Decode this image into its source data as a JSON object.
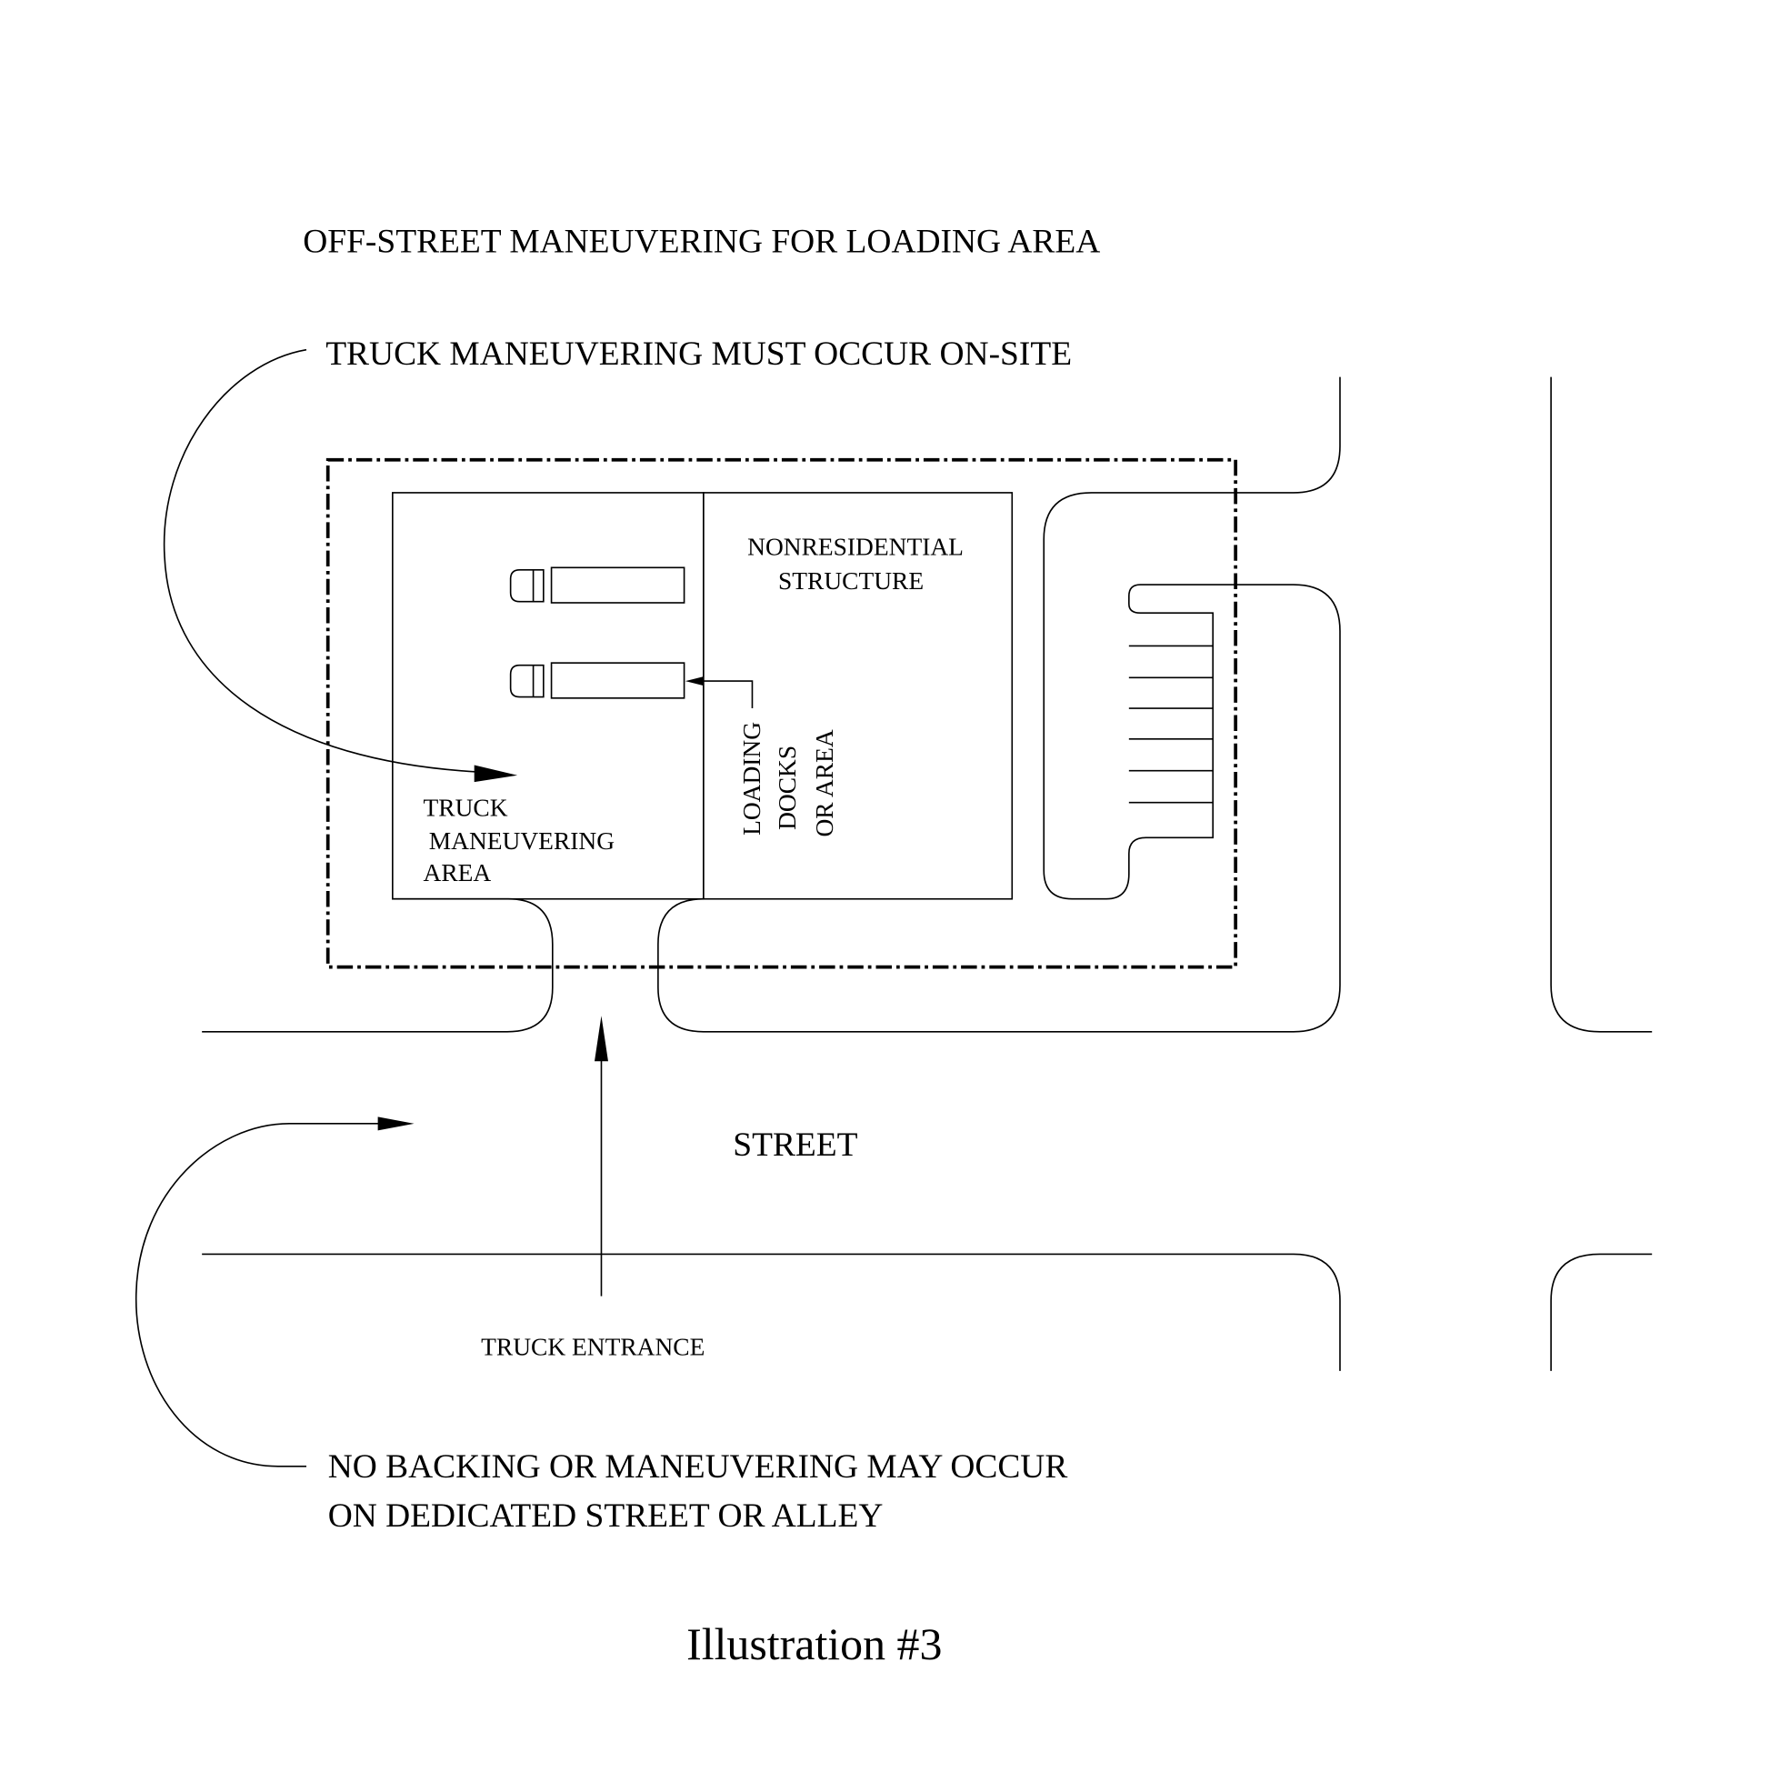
{
  "title": "OFF-STREET MANEUVERING FOR LOADING AREA",
  "callout_top": "TRUCK MANEUVERING MUST OCCUR ON-SITE",
  "callout_bottom": [
    "NO BACKING OR MANEUVERING MAY OCCUR",
    "ON DEDICATED STREET OR ALLEY"
  ],
  "labels": {
    "structure": [
      "NONRESIDENTIAL",
      "STRUCTURE"
    ],
    "maneuvering_area": [
      "TRUCK",
      "MANEUVERING",
      "AREA"
    ],
    "loading_docks": [
      "LOADING",
      "DOCKS",
      "OR AREA"
    ],
    "street": "STREET",
    "truck_entrance": "TRUCK ENTRANCE"
  },
  "caption": "Illustration #3"
}
